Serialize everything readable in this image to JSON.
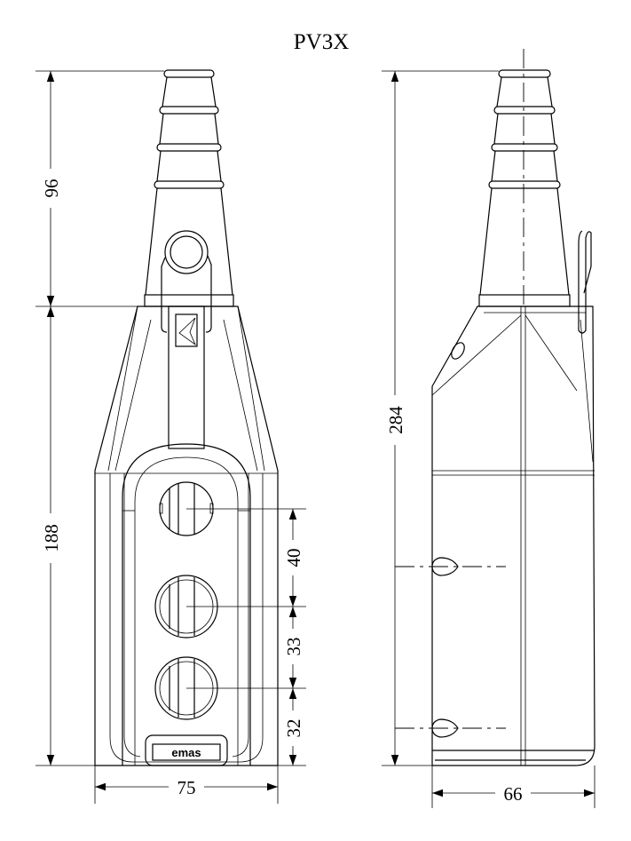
{
  "title": "PV3X",
  "brand_logo": "emas",
  "front_view": {
    "dimensions": {
      "gland_height": "96",
      "body_height": "188",
      "width": "75",
      "button_spacing_1": "40",
      "button_spacing_2": "33",
      "button_bottom": "32"
    }
  },
  "side_view": {
    "dimensions": {
      "total_height": "284",
      "depth": "66"
    }
  }
}
